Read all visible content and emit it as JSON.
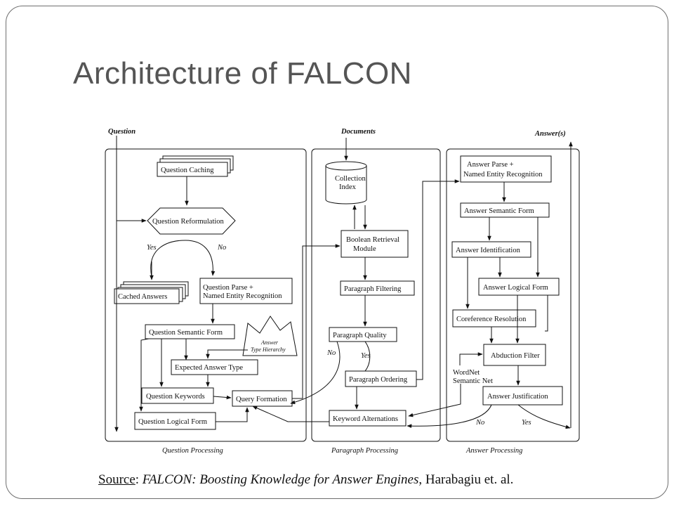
{
  "slide": {
    "title": "Architecture of FALCON"
  },
  "diagram": {
    "inputs": {
      "question": "Question",
      "documents": "Documents",
      "answers": "Answer(s)"
    },
    "panels": {
      "question": "Question Processing",
      "paragraph": "Paragraph Processing",
      "answer": "Answer Processing"
    },
    "nodes": {
      "question_caching": "Question Caching",
      "question_reformulation": "Question Reformulation",
      "cached_answers": "Cached Answers",
      "question_parse_1": "Question Parse +",
      "question_parse_2": "Named Entity Recognition",
      "question_semantic_form": "Question Semantic Form",
      "answer_type_hierarchy_1": "Answer",
      "answer_type_hierarchy_2": "Type Hierarchy",
      "expected_answer_type": "Expected Answer Type",
      "question_keywords": "Question Keywords",
      "query_formation": "Query Formation",
      "question_logical_form": "Question Logical Form",
      "collection_index_1": "Collection",
      "collection_index_2": "Index",
      "boolean_retrieval_1": "Boolean Retrieval",
      "boolean_retrieval_2": "Module",
      "paragraph_filtering": "Paragraph Filtering",
      "paragraph_quality": "Paragraph Quality",
      "paragraph_ordering": "Paragraph Ordering",
      "keyword_alternations": "Keyword Alternations",
      "answer_parse_1": "Answer Parse +",
      "answer_parse_2": "Named Entity Recognition",
      "answer_semantic_form": "Answer Semantic Form",
      "answer_identification": "Answer Identification",
      "answer_logical_form": "Answer Logical Form",
      "coreference_resolution": "Coreference Resolution",
      "abduction_filter": "Abduction Filter",
      "wordnet_1": "WordNet",
      "wordnet_2": "Semantic Net",
      "answer_justification": "Answer Justification"
    },
    "labels": {
      "cache_yes": "Yes",
      "cache_no": "No",
      "quality_no": "No",
      "quality_yes": "Yes",
      "justification_no": "No",
      "justification_yes": "Yes"
    }
  },
  "source": {
    "label": "Source",
    "sep": ": ",
    "title": "FALCON: Boosting Knowledge for Answer Engines",
    "rest": ", Harabagiu et. al."
  }
}
